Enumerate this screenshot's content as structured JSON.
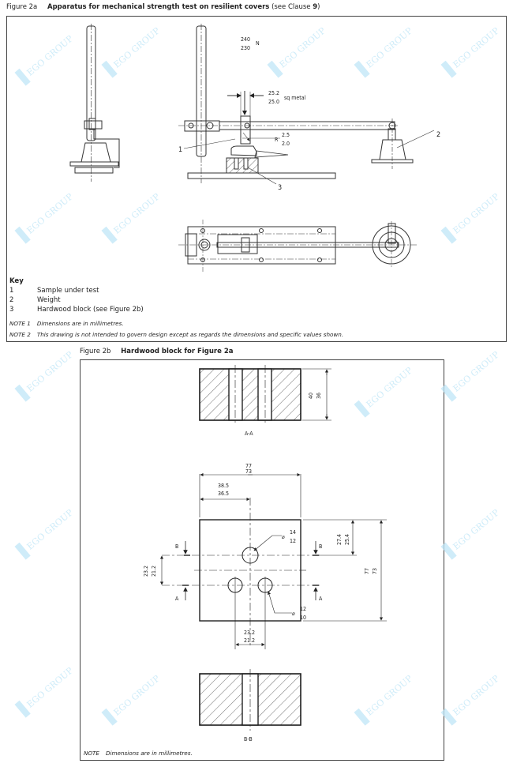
{
  "figure_2a": {
    "number": "Figure 2a",
    "title": "Apparatus for mechanical strength test on resilient covers",
    "title_suffix": "(see Clause ",
    "clause": "9",
    "title_close": ")",
    "dims": {
      "force_max": "240",
      "force_min": "230",
      "force_unit": "N",
      "width_max": "25.2",
      "width_min": "25.0",
      "width_note": "sq metal",
      "radius_label": "R",
      "radius_max": "2.5",
      "radius_min": "2.0"
    },
    "callouts": [
      "1",
      "2",
      "3"
    ],
    "key": {
      "heading": "Key",
      "items": [
        {
          "num": "1",
          "label": "Sample under test"
        },
        {
          "num": "2",
          "label": "Weight"
        },
        {
          "num": "3",
          "label": "Hardwood block (see Figure 2b)"
        }
      ]
    },
    "notes": [
      {
        "label": "NOTE 1",
        "text": "Dimensions are in millimetres."
      },
      {
        "label": "NOTE 2",
        "text": "This drawing is not intended to govern design except as regards the dimensions and specific values shown."
      }
    ]
  },
  "figure_2b": {
    "number": "Figure 2b",
    "title": "Hardwood block for Figure 2a",
    "section_aa": {
      "label": "A-A",
      "height_max": "40",
      "height_min": "36"
    },
    "plan": {
      "width_max": "77",
      "width_min": "73",
      "half_max": "38.5",
      "half_min": "36.5",
      "height_max": "77",
      "height_min": "73",
      "top_offset_max": "27.4",
      "top_offset_min": "25.4",
      "row_spacing_max": "23.2",
      "row_spacing_min": "21.2",
      "hole_spacing_max": "23.2",
      "hole_spacing_min": "21.2",
      "large_hole_symbol": "⌀",
      "large_hole_max": "14",
      "large_hole_min": "12",
      "small_hole_symbol": "⌀",
      "small_hole_max": "12",
      "small_hole_min": "10",
      "section_marks": {
        "b_left": "B",
        "b_right": "B",
        "a_left": "A",
        "a_right": "A"
      }
    },
    "section_bb": {
      "label": "B-B"
    },
    "note": {
      "label": "NOTE",
      "text": "Dimensions are in millimetres."
    }
  },
  "watermark": {
    "text": "EGO GROUP",
    "color": "#bfe6f7"
  }
}
